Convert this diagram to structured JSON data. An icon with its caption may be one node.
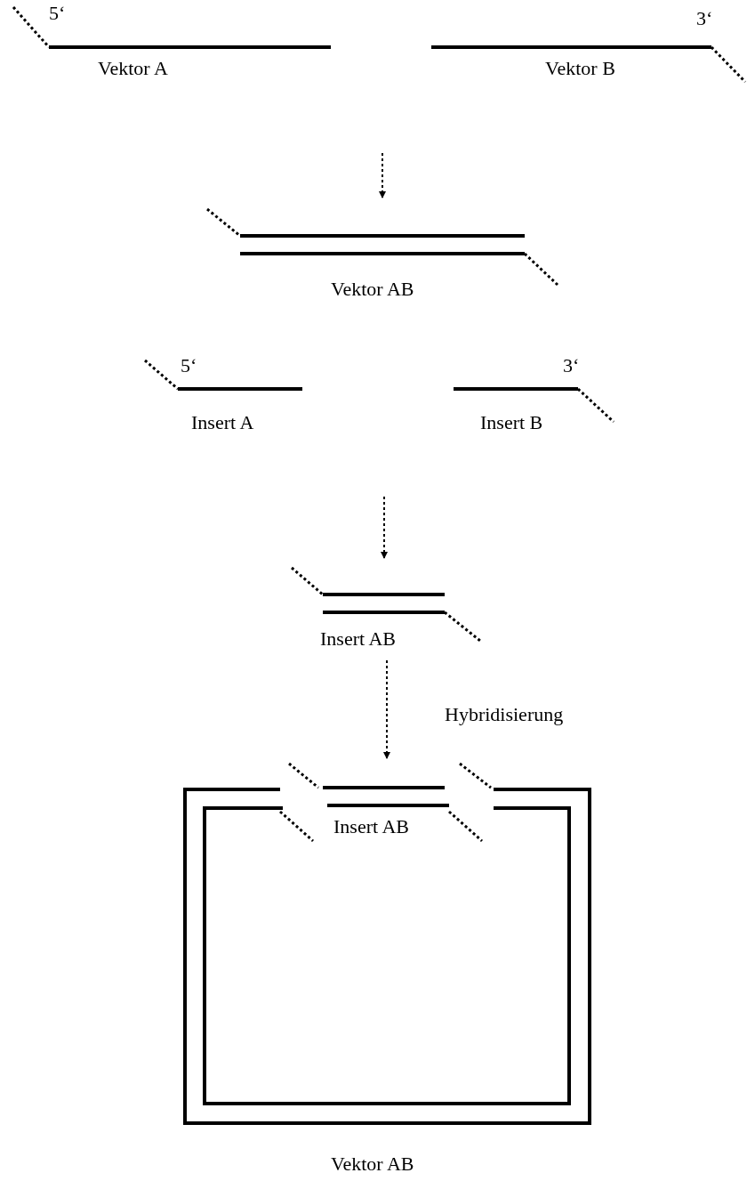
{
  "diagram": {
    "nodes": [
      {
        "text": [
          "5‘",
          "Vektor A"
        ]
      },
      {
        "text": [
          "3‘",
          "Vektor B"
        ]
      },
      {
        "text": [
          "Vektor AB"
        ]
      },
      {
        "text": [
          "5‘",
          "Insert A"
        ]
      },
      {
        "text": [
          "3‘",
          "Insert B"
        ]
      },
      {
        "text": [
          "Insert AB"
        ]
      },
      {
        "text": [
          "Vektor AB"
        ]
      },
      {
        "text": [
          "Insert AB"
        ],
        "in": 6
      }
    ],
    "edges": [
      {
        "from": null,
        "to": 2,
        "arrow": "to",
        "style": "dashed"
      },
      {
        "from": null,
        "to": 5,
        "arrow": "to",
        "style": "dashed"
      },
      {
        "from": 5,
        "to": 6,
        "arrow": "to",
        "style": "dashed",
        "label": "Hybridisierung"
      }
    ]
  }
}
